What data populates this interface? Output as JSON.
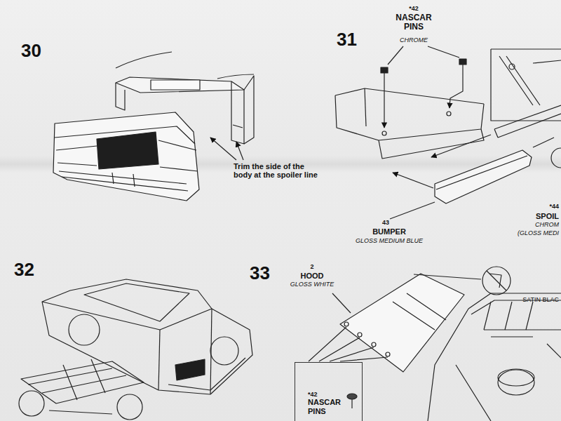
{
  "diagram": {
    "nodes": [
      {
        "text": [
          "*42",
          "NASCAR PINS"
        ]
      }
    ],
    "labels": [
      "30",
      "Trim the side of the body at the spoiler line",
      "31",
      "*42",
      "NASCAR PINS",
      "CHROME",
      "43",
      "BUMPER",
      "GLOSS MEDIUM BLUE",
      "*44",
      "SPOIL",
      "CHROM",
      "(GLOSS MEDI",
      "32",
      "33",
      "2",
      "HOOD",
      "GLOSS WHITE",
      "SATIN BLAC"
    ]
  }
}
